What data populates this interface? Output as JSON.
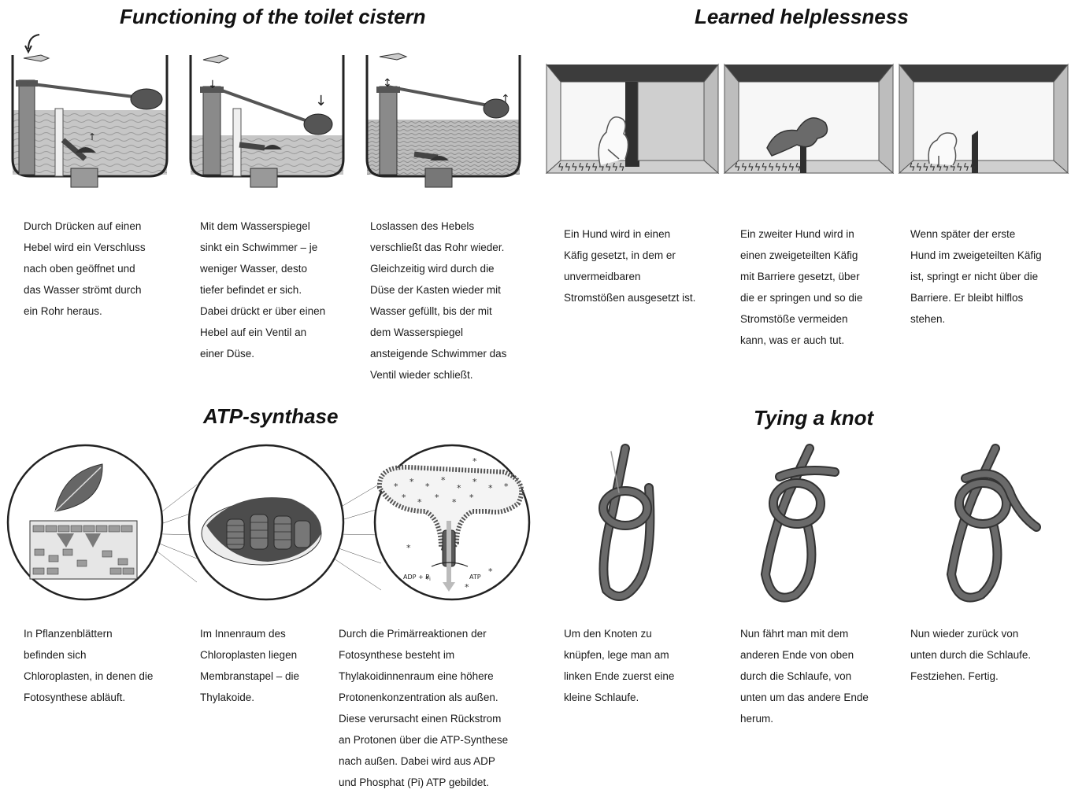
{
  "colors": {
    "ink": "#222222",
    "water": "#b9b9b9",
    "grey_dark": "#4a4a4a",
    "grey_mid": "#8a8a8a",
    "grey_light": "#d3d3d3",
    "rope": "#6a6a6a"
  },
  "toilet": {
    "title": "Functioning of the toilet cistern",
    "panels": [
      {
        "lines": [
          "Durch Drücken auf einen",
          "Hebel wird ein Verschluss",
          "nach oben geöffnet und",
          "das Wasser strömt durch",
          "ein Rohr heraus."
        ]
      },
      {
        "lines": [
          "Mit dem Wasserspiegel",
          "sinkt ein Schwimmer – je",
          "weniger Wasser, desto",
          "tiefer befindet er sich.",
          "Dabei drückt er über einen",
          "Hebel auf ein Ventil an",
          "einer Düse."
        ]
      },
      {
        "lines": [
          "Loslassen des Hebels",
          "verschließt das Rohr wieder.",
          "Gleichzeitig wird durch die",
          "Düse der Kasten wieder mit",
          "Wasser gefüllt, bis der mit",
          "dem Wasserspiegel",
          "ansteigende Schwimmer das",
          "Ventil wieder schließt."
        ]
      }
    ]
  },
  "helplessness": {
    "title": "Learned helplessness",
    "shock_glyphs": "ϟϟϟϟϟϟϟϟϟϟ",
    "panels": [
      {
        "lines": [
          "Ein Hund wird in einen",
          "Käfig gesetzt, in dem er",
          "unvermeidbaren",
          "Stromstößen ausgesetzt ist."
        ]
      },
      {
        "lines": [
          "Ein zweiter Hund wird in",
          "einen zweigeteilten Käfig",
          "mit Barriere gesetzt, über",
          "die er springen und so die",
          "Stromstöße vermeiden",
          "kann, was er auch tut."
        ]
      },
      {
        "lines": [
          "Wenn später der erste",
          "Hund im zweigeteilten Käfig",
          "ist, springt er nicht über die",
          "Barriere. Er bleibt hilflos",
          "stehen."
        ]
      }
    ]
  },
  "atp": {
    "title": "ATP-synthase",
    "adp_label": "ADP + P",
    "adp_sub": "i",
    "atp_label": "ATP",
    "panels": [
      {
        "lines": [
          "In Pflanzenblättern",
          "befinden sich",
          "Chloroplasten, in denen die",
          "Fotosynthese abläuft."
        ]
      },
      {
        "lines": [
          "Im Innenraum des",
          "Chloroplasten liegen",
          "Membranstapel – die",
          "Thylakoide."
        ]
      },
      {
        "lines": [
          "Durch die Primärreaktionen der",
          "Fotosynthese besteht im",
          "Thylakoidinnenraum eine höhere",
          "Protonenkonzentration als außen.",
          "Diese verursacht einen Rückstrom",
          "an Protonen über die ATP-Synthese",
          "nach außen. Dabei wird aus ADP",
          "und Phosphat (Pi) ATP gebildet."
        ]
      }
    ]
  },
  "knot": {
    "title": "Tying a knot",
    "panels": [
      {
        "lines": [
          "Um den Knoten zu",
          "knüpfen, lege man am",
          "linken Ende zuerst eine",
          "kleine Schlaufe."
        ]
      },
      {
        "lines": [
          "Nun fährt man mit dem",
          "anderen Ende von oben",
          "durch die Schlaufe, von",
          "unten um das andere Ende",
          "herum."
        ]
      },
      {
        "lines": [
          "Nun wieder zurück von",
          "unten durch die Schlaufe.",
          "Festziehen. Fertig."
        ]
      }
    ]
  }
}
